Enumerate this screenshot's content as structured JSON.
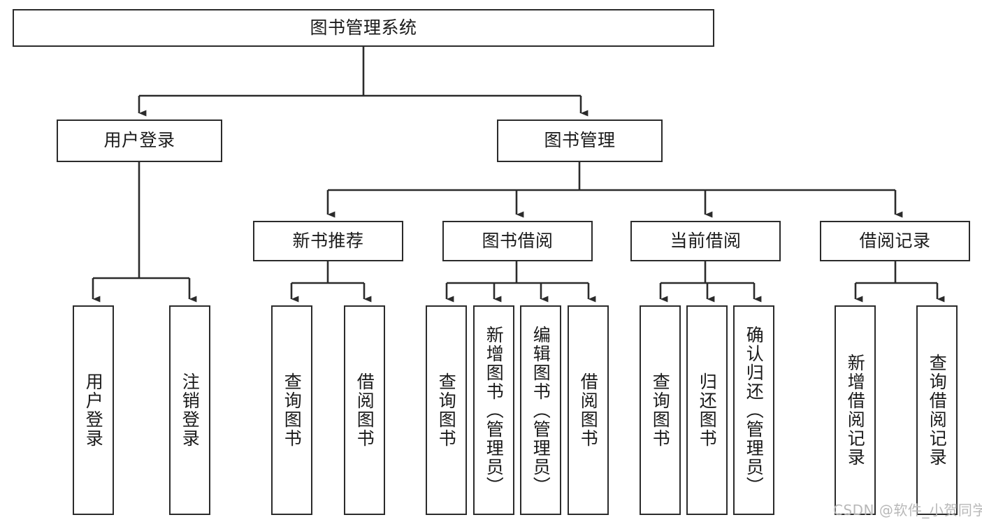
{
  "diagram": {
    "title": "图书管理系统",
    "type": "function-structure-tree",
    "watermark": "CSDN @软件_小贺同学",
    "colors": {
      "stroke": "#2b2b2b",
      "fill": "#ffffff",
      "text": "#1a1a1a",
      "watermark": "#b8b8b8"
    },
    "levels": [
      {
        "level": 1,
        "nodes": [
          {
            "id": "root",
            "label": "图书管理系统"
          }
        ]
      },
      {
        "level": 2,
        "nodes": [
          {
            "id": "user-login",
            "label": "用户登录",
            "parent": "root"
          },
          {
            "id": "book-manage",
            "label": "图书管理",
            "parent": "root"
          }
        ]
      },
      {
        "level": 3,
        "nodes": [
          {
            "id": "new-book-rec",
            "label": "新书推荐",
            "parent": "book-manage"
          },
          {
            "id": "book-borrow",
            "label": "图书借阅",
            "parent": "book-manage"
          },
          {
            "id": "current-borrow",
            "label": "当前借阅",
            "parent": "book-manage"
          },
          {
            "id": "borrow-record",
            "label": "借阅记录",
            "parent": "book-manage"
          }
        ]
      },
      {
        "level": 4,
        "nodes": [
          {
            "id": "leaf-user-login",
            "label": "用户登录",
            "parent": "user-login"
          },
          {
            "id": "leaf-user-logout",
            "label": "注销登录",
            "parent": "user-login"
          },
          {
            "id": "leaf-query-book-1",
            "label": "查询图书",
            "parent": "new-book-rec"
          },
          {
            "id": "leaf-borrow-book-1",
            "label": "借阅图书",
            "parent": "new-book-rec"
          },
          {
            "id": "leaf-query-book-2",
            "label": "查询图书",
            "parent": "book-borrow"
          },
          {
            "id": "leaf-add-book",
            "label": "新增图书（管理员）",
            "parent": "book-borrow"
          },
          {
            "id": "leaf-edit-book",
            "label": "编辑图书（管理员）",
            "parent": "book-borrow"
          },
          {
            "id": "leaf-borrow-book-2",
            "label": "借阅图书",
            "parent": "book-borrow"
          },
          {
            "id": "leaf-query-book-3",
            "label": "查询图书",
            "parent": "current-borrow"
          },
          {
            "id": "leaf-return-book",
            "label": "归还图书",
            "parent": "current-borrow"
          },
          {
            "id": "leaf-confirm-return",
            "label": "确认归还（管理员）",
            "parent": "current-borrow"
          },
          {
            "id": "leaf-add-record",
            "label": "新增借阅记录",
            "parent": "borrow-record"
          },
          {
            "id": "leaf-query-record",
            "label": "查询借阅记录",
            "parent": "borrow-record"
          }
        ]
      }
    ]
  }
}
